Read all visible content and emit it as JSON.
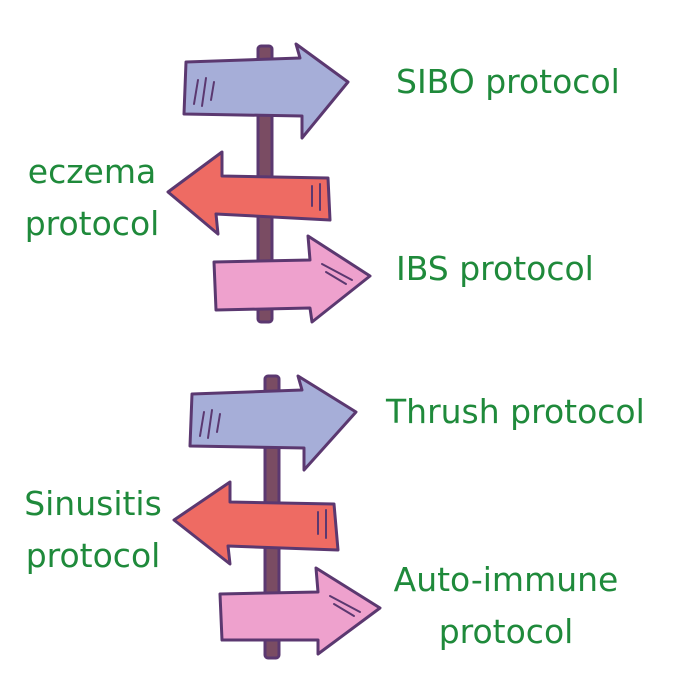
{
  "colors": {
    "text": "#1f8a3b",
    "arrow_blue": "#a6aed8",
    "arrow_red": "#ee6b63",
    "arrow_pink": "#eea1cd",
    "post": "#7a4c63",
    "outline": "#5b3870"
  },
  "signposts": [
    {
      "labels": {
        "right_top": "SIBO protocol",
        "left_line1": "eczema",
        "left_line2": "protocol",
        "right_bottom": "IBS protocol"
      }
    },
    {
      "labels": {
        "right_top": "Thrush protocol",
        "left_line1": "Sinusitis",
        "left_line2": "protocol",
        "right_bottom_line1": "Auto-immune",
        "right_bottom_line2": "protocol"
      }
    }
  ]
}
